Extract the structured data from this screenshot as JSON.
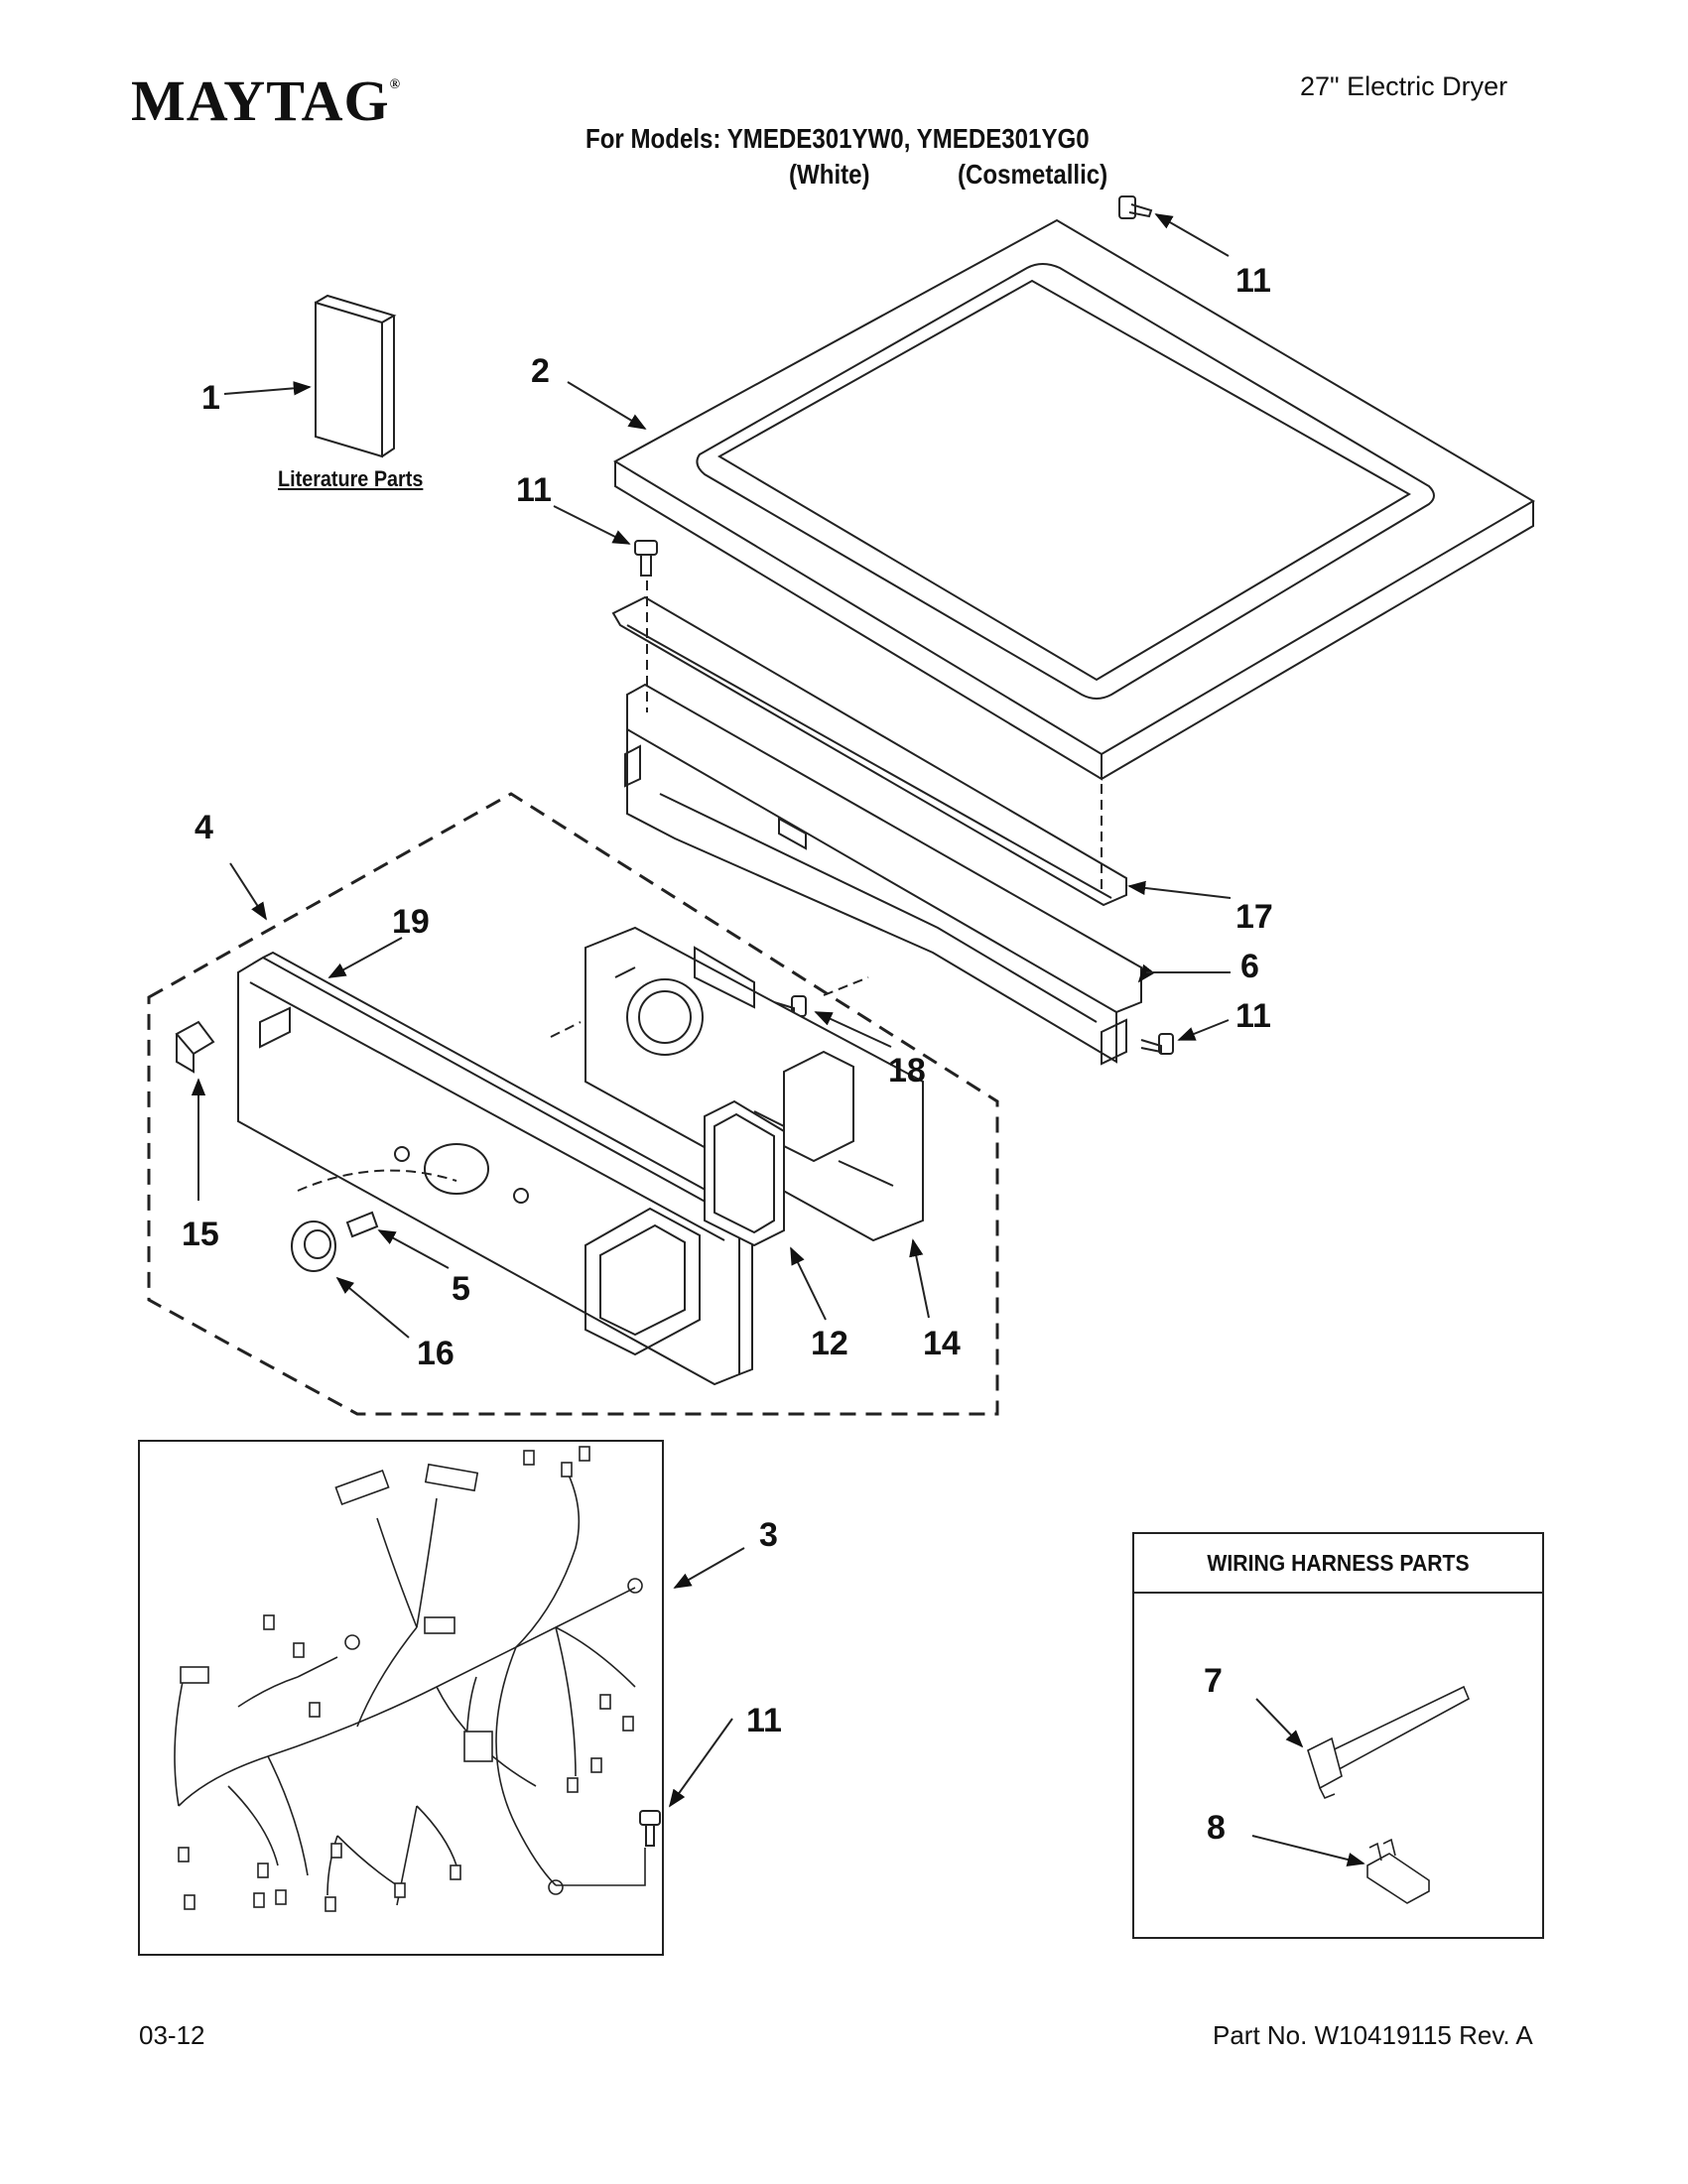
{
  "header": {
    "brand": "MAYTAG",
    "product": "27\" Electric Dryer",
    "models_line": "For Models: YMEDE301YW0, YMEDE301YG0",
    "color_white": "(White)",
    "color_cosmetallic": "(Cosmetallic)"
  },
  "labels": {
    "literature_parts": "Literature Parts",
    "wiring_harness_parts": "WIRING HARNESS PARTS"
  },
  "callouts": {
    "c1": "1",
    "c2": "2",
    "c3": "3",
    "c4": "4",
    "c5": "5",
    "c6": "6",
    "c7": "7",
    "c8": "8",
    "c11a": "11",
    "c11b": "11",
    "c11c": "11",
    "c11d": "11",
    "c12": "12",
    "c14": "14",
    "c15": "15",
    "c16": "16",
    "c17": "17",
    "c18": "18",
    "c19": "19"
  },
  "footer": {
    "date": "03-12",
    "part_number": "Part No. W10419115 Rev. A"
  }
}
